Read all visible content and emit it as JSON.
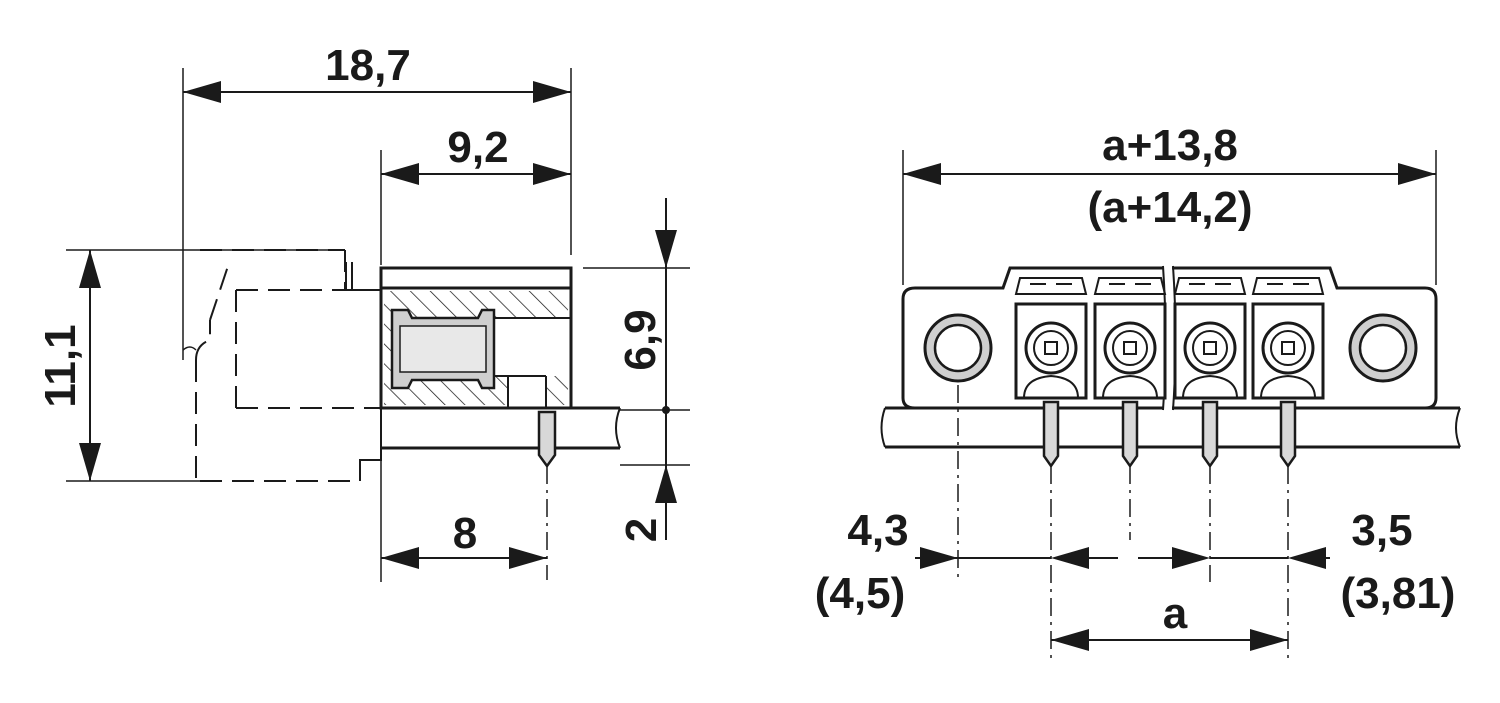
{
  "side_view": {
    "dim_overall_width": "18,7",
    "dim_depth": "9,2",
    "dim_height": "11,1",
    "dim_upper_height": "6,9",
    "dim_pin_length": "2",
    "dim_pin_offset": "8"
  },
  "front_view": {
    "dim_total": "a+13,8",
    "dim_total_alt": "(a+14,2)",
    "dim_left_edge": "4,3",
    "dim_left_edge_alt": "(4,5)",
    "dim_right_edge": "3,5",
    "dim_right_edge_alt": "(3,81)",
    "dim_pitch": "a"
  }
}
